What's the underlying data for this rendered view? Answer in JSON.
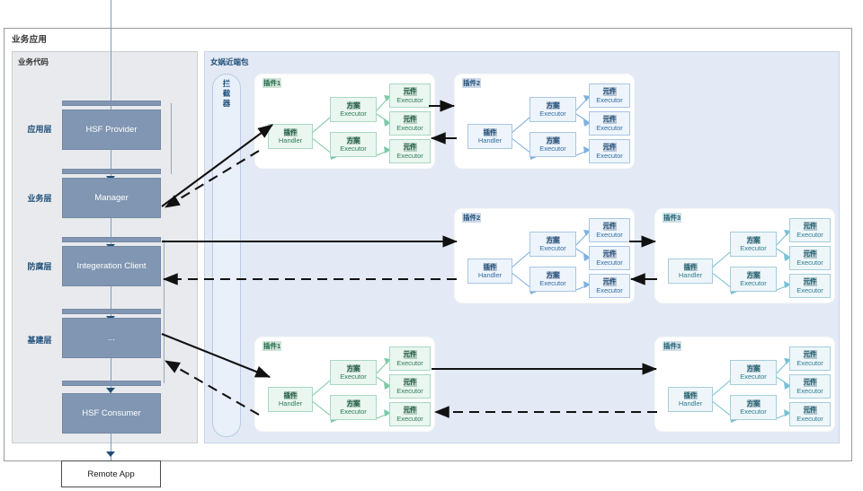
{
  "frame": {
    "business_application_label": "业务应用",
    "business_code_label": "业务代码",
    "nuwa_package_label": "女娲近端包",
    "interceptor_label": "拦截器"
  },
  "stack": {
    "layers": [
      {
        "layer_label": "应用层",
        "box_label": "HSF Provider"
      },
      {
        "layer_label": "业务层",
        "box_label": "Manager"
      },
      {
        "layer_label": "防腐层",
        "box_label": "Integeration Client"
      },
      {
        "layer_label": "基建层",
        "box_label": "..."
      }
    ],
    "consumer_label": "HSF Consumer",
    "remote_app_label": "Remote App"
  },
  "node_labels": {
    "handler_cn": "插件",
    "handler_en": "Handler",
    "scheme_cn": "方案",
    "scheme_en": "Executor",
    "element_cn": "元件",
    "element_en": "Executor"
  },
  "plugins": [
    {
      "title": "插件1",
      "theme": "green",
      "row": 1,
      "col": 1
    },
    {
      "title": "插件2",
      "theme": "blue",
      "row": 1,
      "col": 2
    },
    {
      "title": "插件2",
      "theme": "blue",
      "row": 2,
      "col": 1
    },
    {
      "title": "插件3",
      "theme": "teal",
      "row": 2,
      "col": 2
    },
    {
      "title": "插件1",
      "theme": "green",
      "row": 3,
      "col": 1
    },
    {
      "title": "插件3",
      "theme": "teal",
      "row": 3,
      "col": 2
    }
  ],
  "colors": {
    "slate_box": "#8096b2",
    "business_panel": "#e8eaed",
    "nuwa_panel": "#e3eaf5",
    "layer_label": "#1f4e79",
    "flow_arrow": "#111111",
    "spine": "#7e9cc0"
  }
}
